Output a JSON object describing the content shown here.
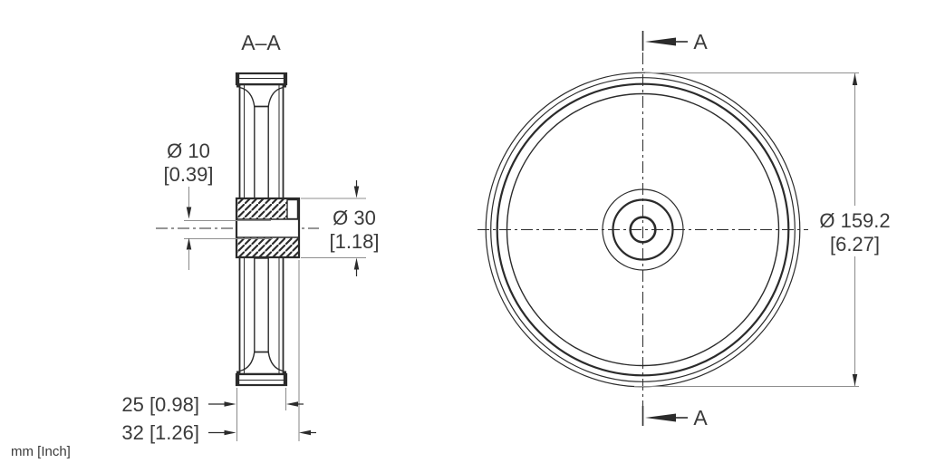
{
  "title": {
    "section_label": "A–A"
  },
  "units_note": "mm [Inch]",
  "colors": {
    "background": "#ffffff",
    "line": "#2b2b2b",
    "text": "#3a3a3a",
    "extension_line": "#8f8f8f"
  },
  "section_view": {
    "dims": {
      "bore": {
        "mm": "Ø 10",
        "inch": "[0.39]"
      },
      "hub": {
        "mm": "Ø 30",
        "inch": "[1.18]"
      },
      "wheel_width": "25 [0.98]",
      "overall_width": "32 [1.26]"
    }
  },
  "front_view": {
    "cut_label_top": "A",
    "cut_label_bottom": "A",
    "dims": {
      "outer": {
        "mm": "Ø 159.2",
        "inch": "[6.27]"
      }
    }
  }
}
